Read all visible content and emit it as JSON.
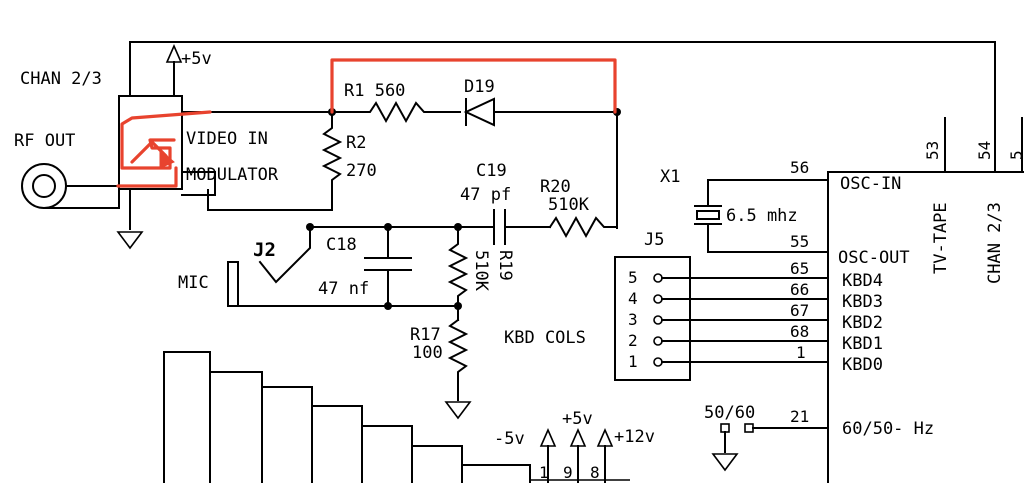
{
  "labels": {
    "chan_left": "CHAN 2/3",
    "plus5_top": "+5v",
    "rf_out": "RF OUT",
    "video_in": "VIDEO IN",
    "modulator": "MODULATOR",
    "r1": "R1 560",
    "d19": "D19",
    "r2": "R2",
    "r2_val": "270",
    "c19": "C19",
    "c19_val": "47 pf",
    "r20": "R20",
    "r20_val": "510K",
    "j2": "J2",
    "c18": "C18",
    "c18_val": "47 nf",
    "mic": "MIC",
    "r19_val": "510K",
    "r19": "R19",
    "r17": "R17",
    "r17_val": "100",
    "x1": "X1",
    "x1_val": "6.5 mhz",
    "j5": "J5",
    "kbd_cols": "KBD COLS",
    "minus5": "-5v",
    "plus5_bottom": "+5v",
    "plus12": "+12v",
    "opt_5060": "50/60",
    "osc_in": "OSC-IN",
    "osc_out": "OSC-OUT",
    "tv_tape": "TV-TAPE",
    "chan_right": "CHAN 2/3",
    "freq_pin": "60/50- Hz"
  },
  "j5_pins": [
    "5",
    "4",
    "3",
    "2",
    "1"
  ],
  "chip_pins": [
    {
      "num": "56",
      "name": "OSC-IN"
    },
    {
      "num": "55",
      "name": "OSC-OUT"
    },
    {
      "num": "65",
      "name": "KBD4"
    },
    {
      "num": "66",
      "name": "KBD3"
    },
    {
      "num": "67",
      "name": "KBD2"
    },
    {
      "num": "68",
      "name": "KBD1"
    },
    {
      "num": "1",
      "name": "KBD0"
    },
    {
      "num": "21",
      "name": "60/50- Hz"
    }
  ],
  "top_pins": [
    "53",
    "54",
    "5"
  ],
  "supply_pins": [
    "1",
    "9",
    "8"
  ],
  "colors": {
    "ink": "#000000",
    "annotation": "#e8432e",
    "background": "#ffffff"
  }
}
